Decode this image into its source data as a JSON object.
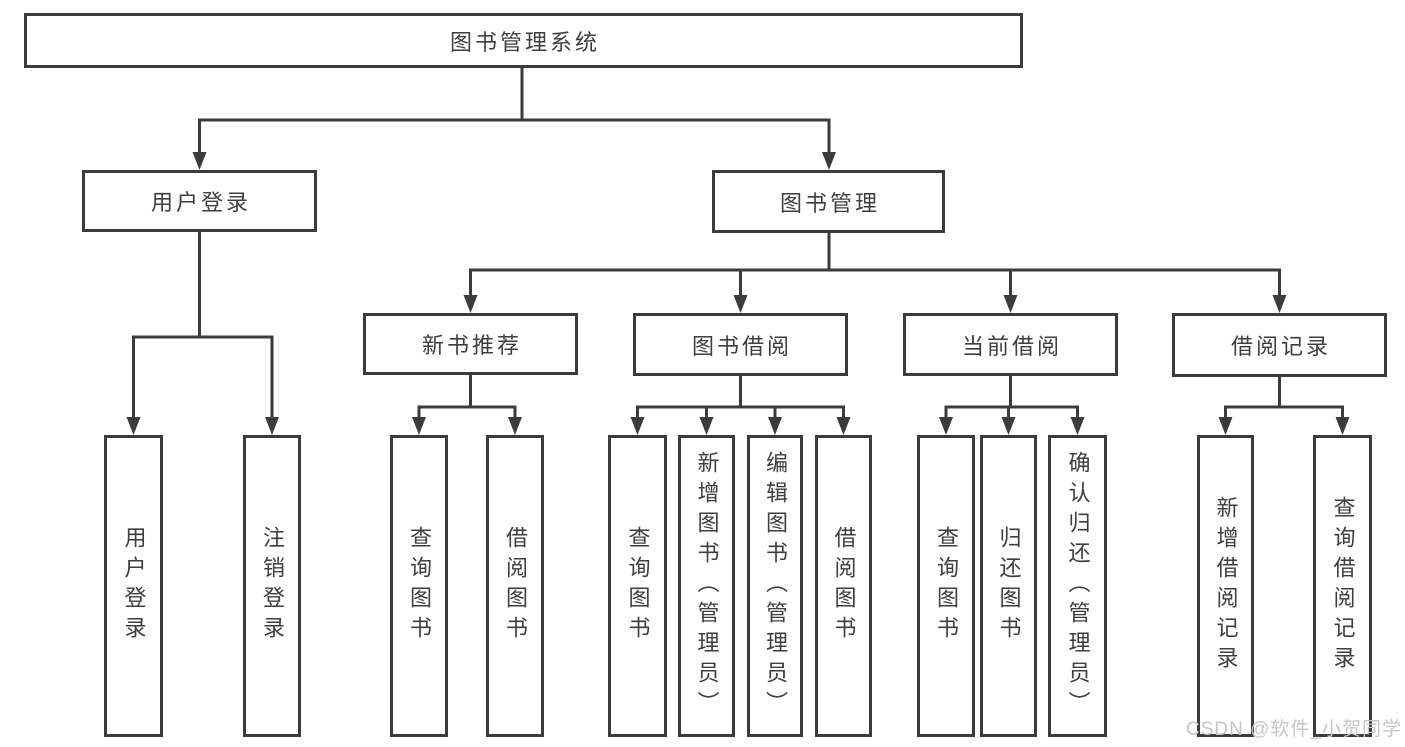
{
  "diagram": {
    "type": "hierarchy",
    "colors": {
      "line": "#3b3b3b",
      "border": "#3b3b3b",
      "text": "#3e3e3e",
      "background": "#ffffff",
      "watermark": "#c6c6c6"
    },
    "nodes": {
      "root": {
        "label": "图书管理系统"
      },
      "level2": [
        {
          "id": "user-login",
          "label": "用户登录"
        },
        {
          "id": "book-management",
          "label": "图书管理"
        }
      ],
      "level3": [
        {
          "id": "new-book-recommend",
          "label": "新书推荐",
          "parent": "图书管理"
        },
        {
          "id": "book-borrow",
          "label": "图书借阅",
          "parent": "图书管理"
        },
        {
          "id": "current-borrow",
          "label": "当前借阅",
          "parent": "图书管理"
        },
        {
          "id": "borrow-record",
          "label": "借阅记录",
          "parent": "图书管理"
        }
      ],
      "leaves": {
        "user_login": [
          "用户登录",
          "注销登录"
        ],
        "new_book": [
          "查询图书",
          "借阅图书"
        ],
        "book_borrow": [
          "查询图书",
          "新增图书（管理员）",
          "编辑图书（管理员）",
          "借阅图书"
        ],
        "current_borrow": [
          "查询图书",
          "归还图书",
          "确认归还（管理员）"
        ],
        "borrow_record": [
          "新增借阅记录",
          "查询借阅记录"
        ]
      }
    },
    "watermark": {
      "text": "CSDN @软件_小贺同学"
    }
  }
}
